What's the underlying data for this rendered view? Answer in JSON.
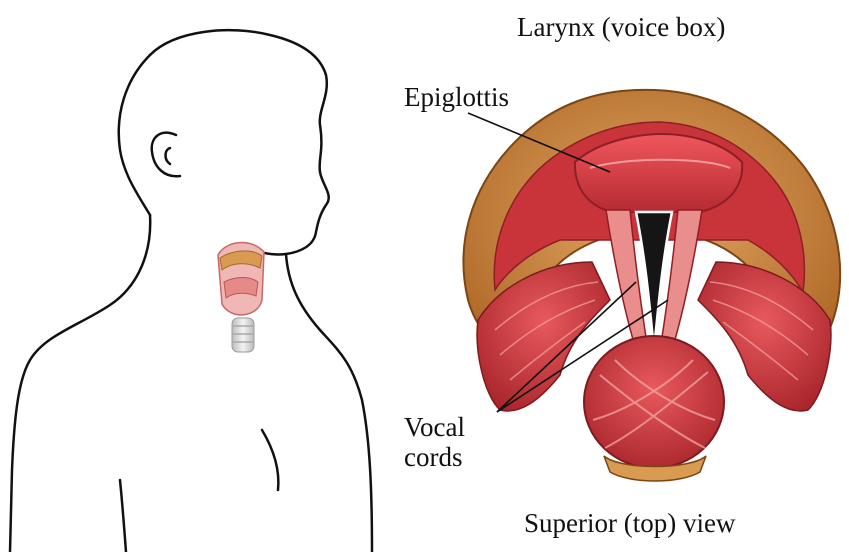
{
  "diagram": {
    "title": "Larynx (voice box)",
    "labels": {
      "epiglottis": "Epiglottis",
      "vocal_cords_line1": "Vocal",
      "vocal_cords_line2": "cords",
      "view": "Superior (top) view"
    }
  },
  "colors": {
    "outline": "#111111",
    "cartilage": "#c98a3e",
    "epiglottis": "#d8363e",
    "muscle": "#cf3a3f",
    "muscle_light": "#f2a7a4",
    "glottis": "#151515",
    "trachea": "#d9d9d9"
  }
}
